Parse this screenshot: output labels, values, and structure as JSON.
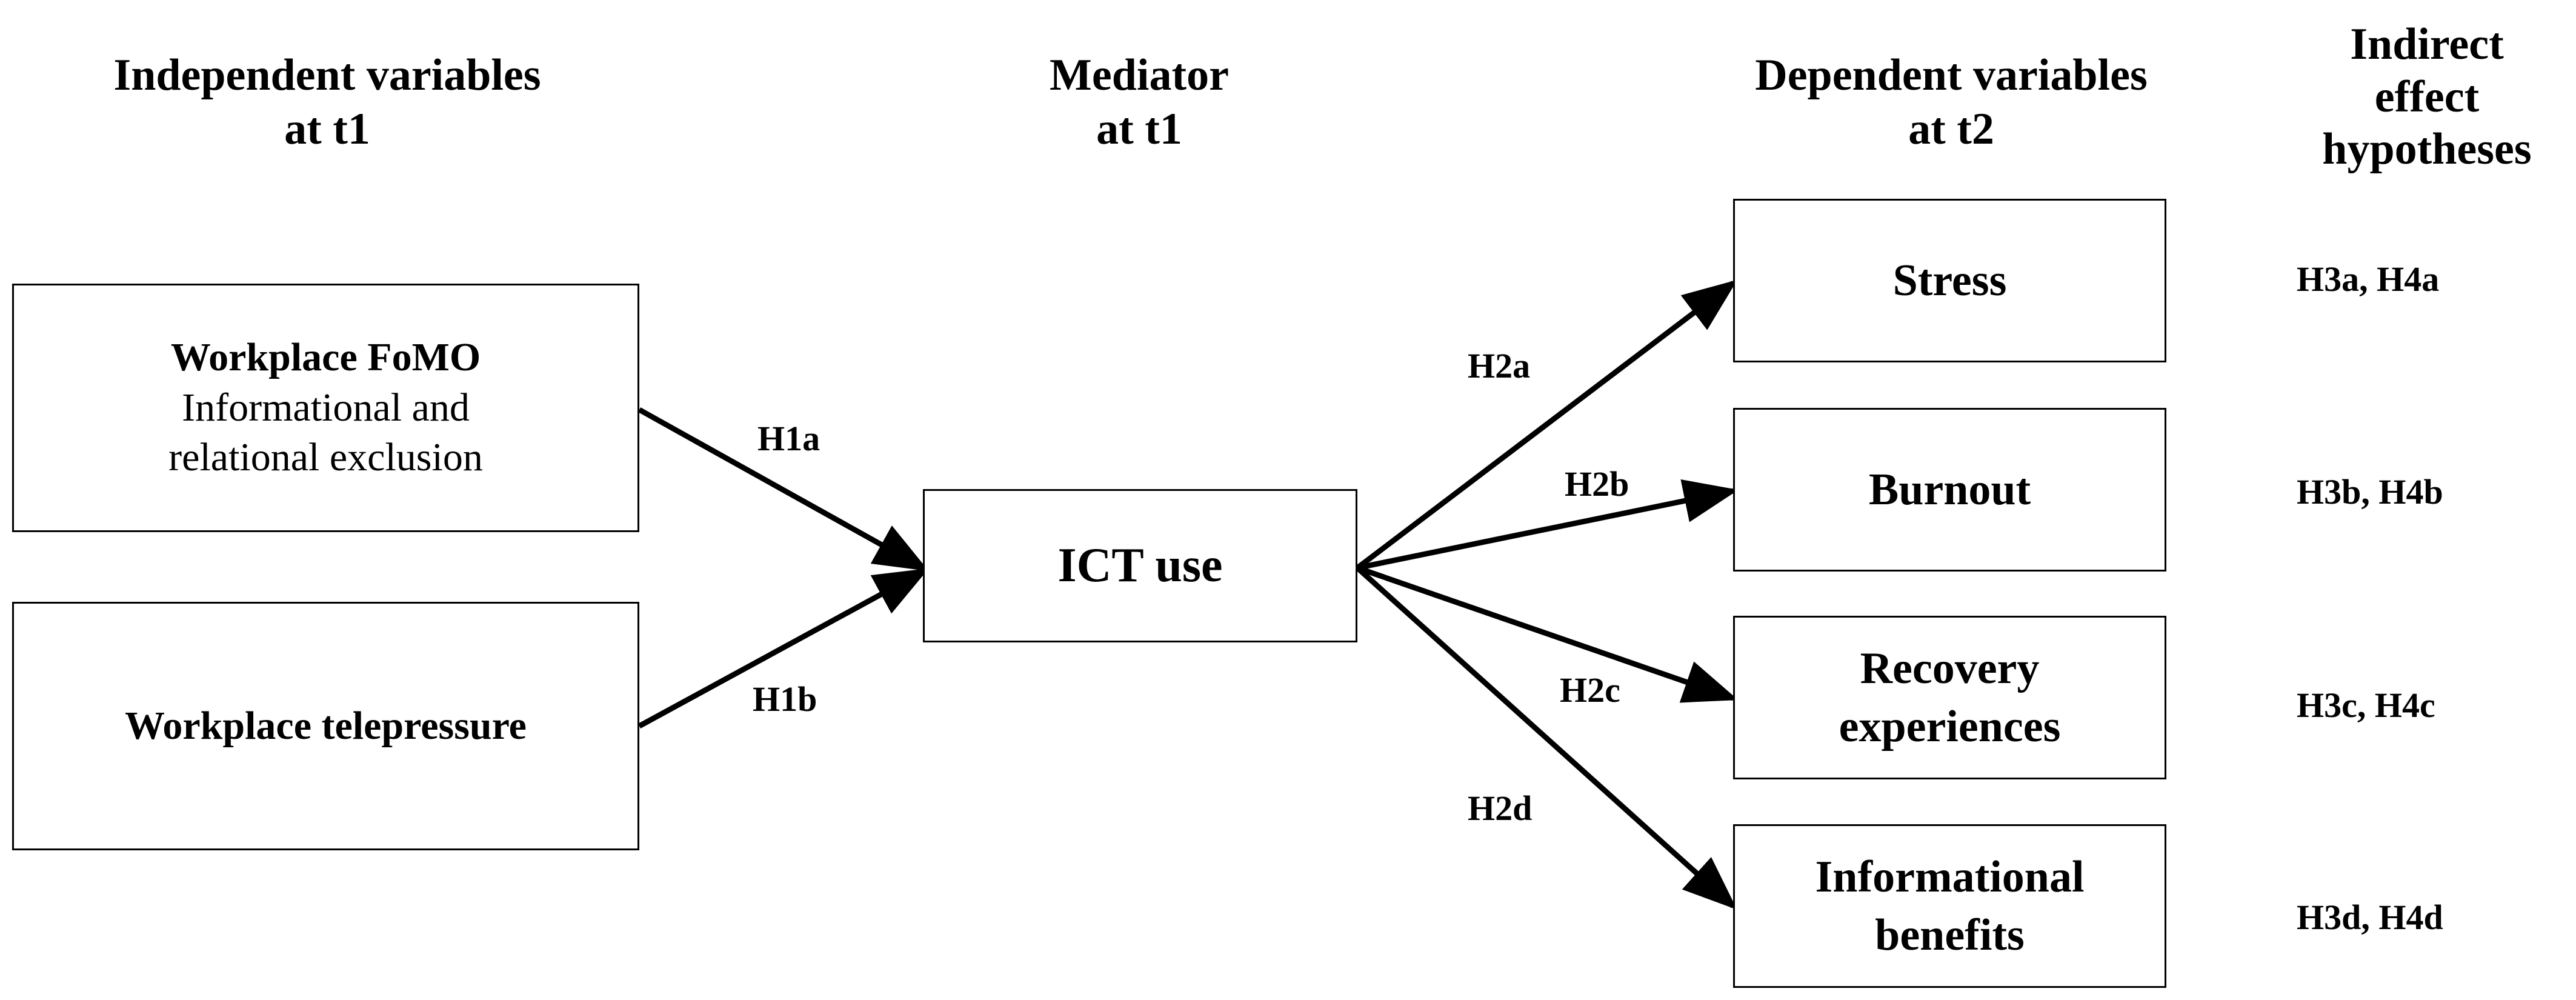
{
  "headers": {
    "independent": [
      "Independent variables",
      "at t1"
    ],
    "mediator": [
      "Mediator",
      "at t1"
    ],
    "dependent": [
      "Dependent variables",
      "at t2"
    ],
    "indirect": [
      "Indirect",
      "effect",
      "hypotheses"
    ]
  },
  "boxes": {
    "fomo": {
      "title": "Workplace FoMO",
      "lines": [
        "Informational and",
        "relational exclusion"
      ]
    },
    "telepressure": {
      "title": "Workplace telepressure"
    },
    "ict": {
      "title": "ICT use"
    },
    "stress": {
      "title": "Stress"
    },
    "burnout": {
      "title": "Burnout"
    },
    "recovery": {
      "lines": [
        "Recovery",
        "experiences"
      ]
    },
    "informational": {
      "lines": [
        "Informational",
        "benefits"
      ]
    }
  },
  "paths": {
    "h1a": "H1a",
    "h1b": "H1b",
    "h2a": "H2a",
    "h2b": "H2b",
    "h2c": "H2c",
    "h2d": "H2d"
  },
  "indirect": {
    "stress": "H3a, H4a",
    "burnout": "H3b, H4b",
    "recovery": "H3c, H4c",
    "informational": "H3d, H4d"
  }
}
